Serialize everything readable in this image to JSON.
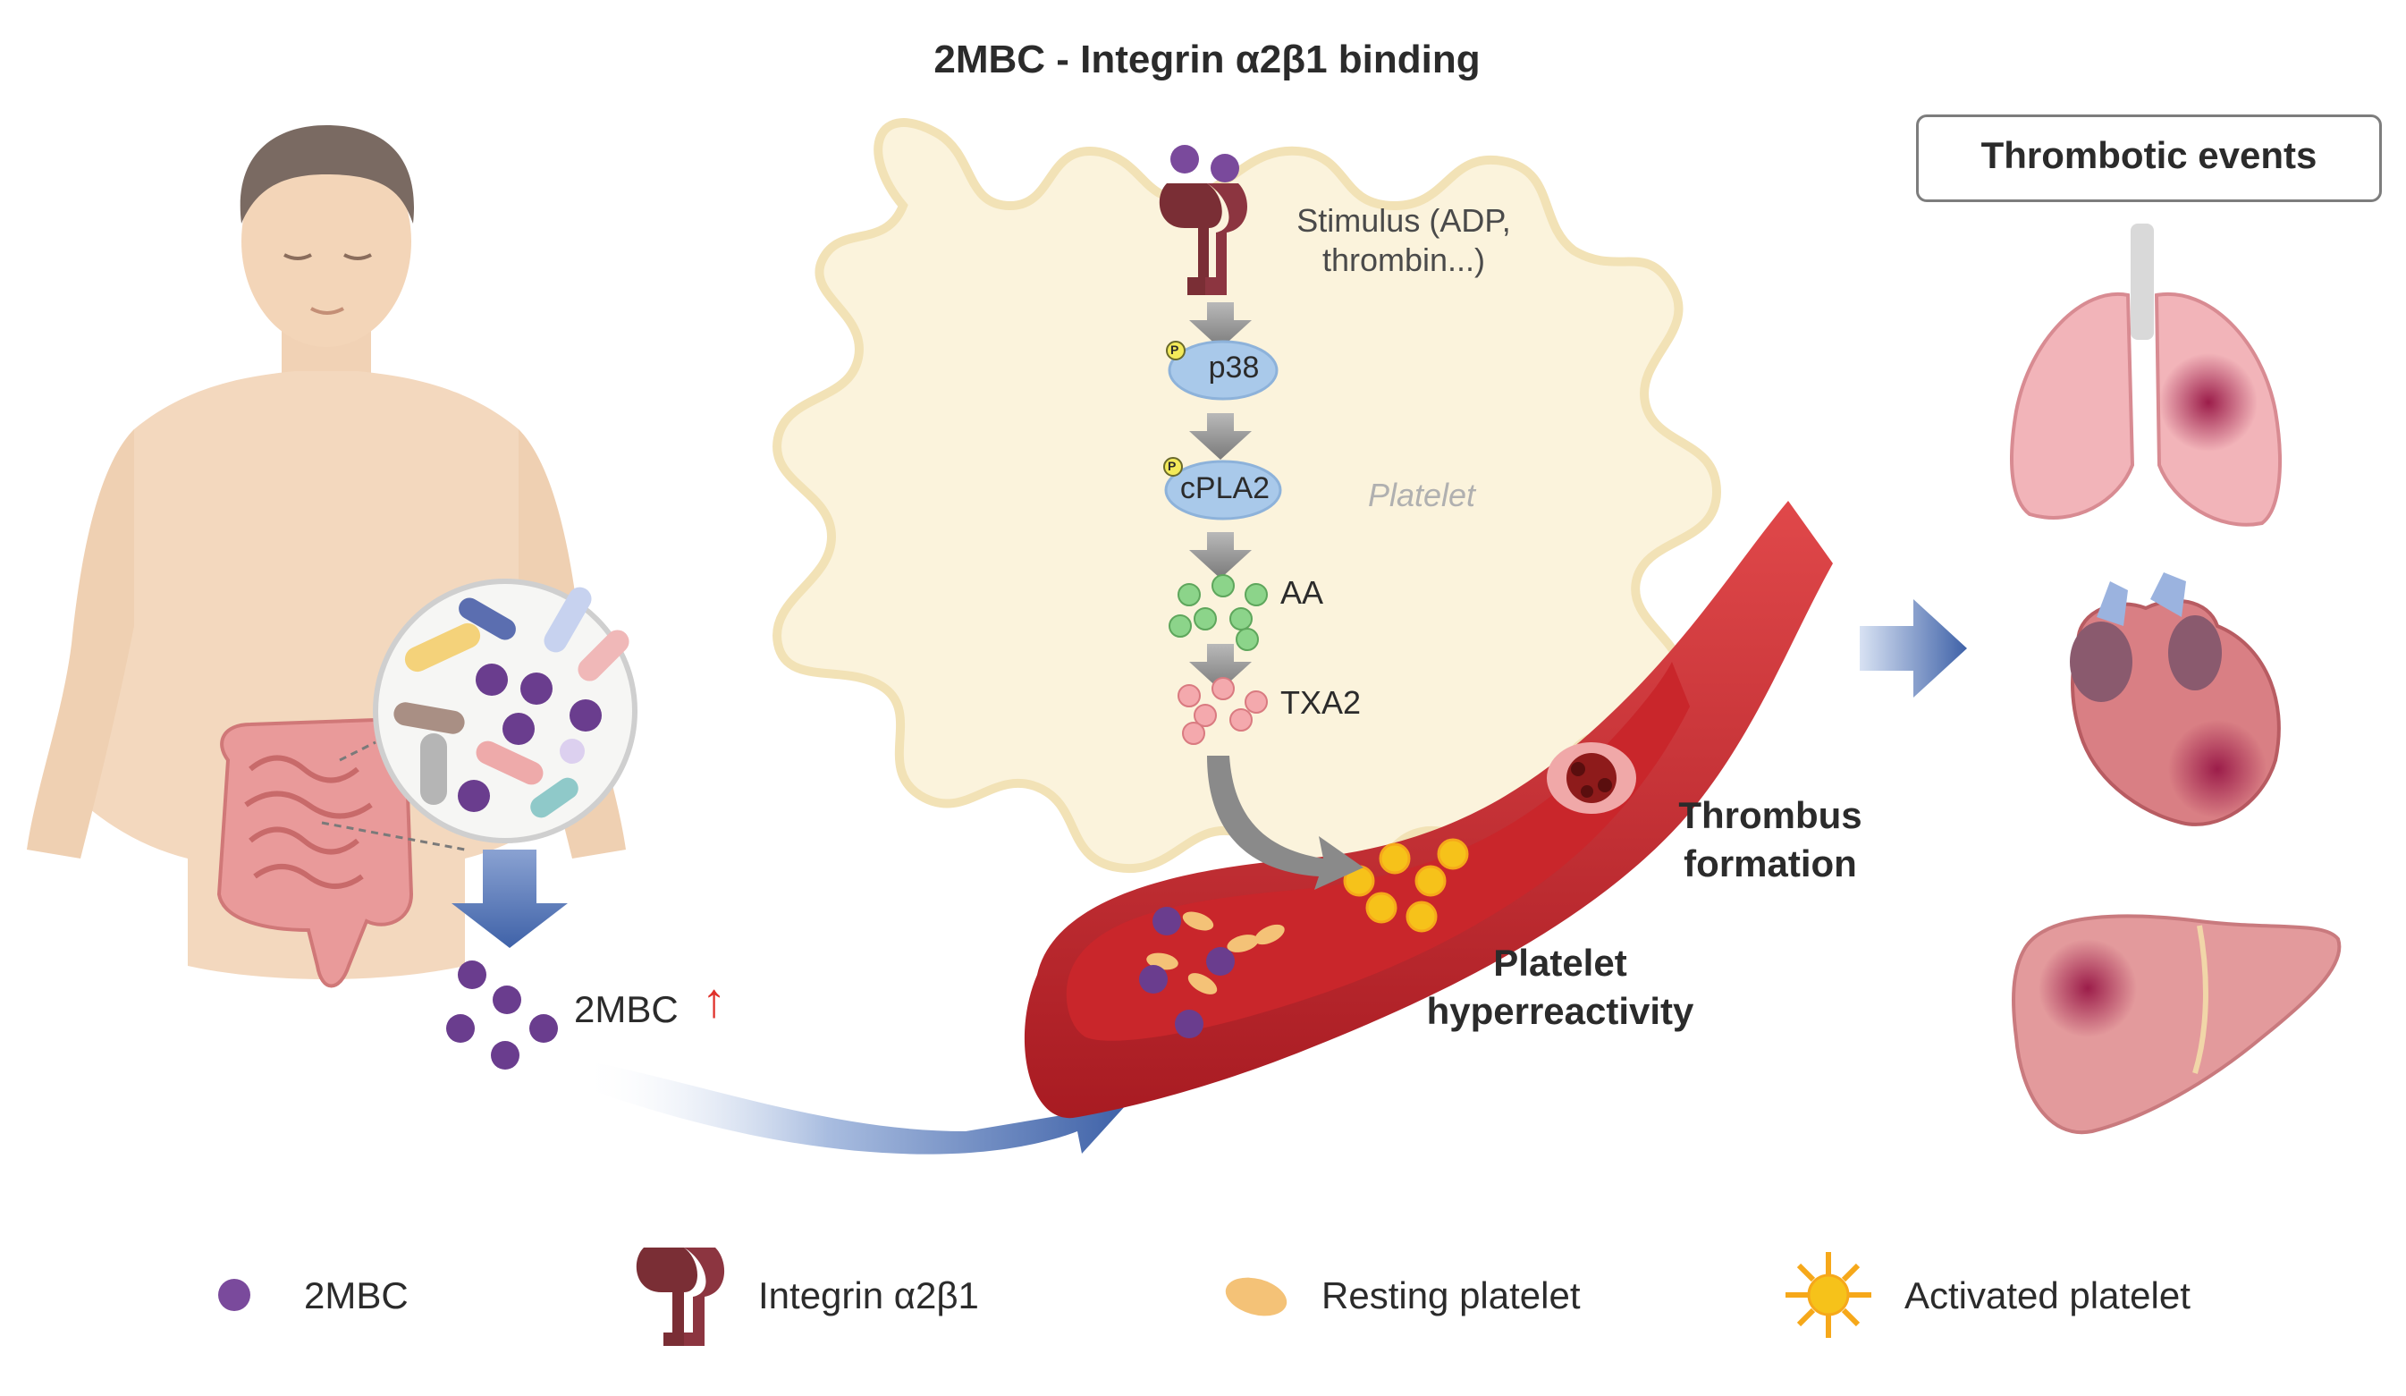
{
  "pathway": {
    "title": "2MBC - Integrin α2β1 binding",
    "stimulus": "Stimulus (ADP, thrombin...)",
    "steps": [
      "p38",
      "cPLA2",
      "AA",
      "TXA2"
    ],
    "phospho_mark": "P",
    "cell_label": "Platelet"
  },
  "gut": {
    "metabolite_label": "2MBC",
    "increase_arrow": "↑"
  },
  "vessel": {
    "thrombus_label": "Thrombus formation",
    "hyperreactivity_label": "Platelet hyperreactivity"
  },
  "outcomes": {
    "title": "Thrombotic events",
    "organs": [
      "lung-icon",
      "heart-icon",
      "liver-icon"
    ]
  },
  "legend": [
    {
      "label": "2MBC",
      "icon": "2mbc-molecule-icon"
    },
    {
      "label": "Integrin α2β1",
      "icon": "integrin-icon"
    },
    {
      "label": "Resting platelet",
      "icon": "resting-platelet-icon"
    },
    {
      "label": "Activated platelet",
      "icon": "activated-platelet-icon"
    }
  ],
  "colors": {
    "mbc_purple": "#6a3d8e",
    "integrin": "#7a2e35",
    "vessel_red": "#c8262b",
    "arrow_blue": "#3f62a8",
    "platelet_cell": "#fbf3dc",
    "resting_platelet": "#f4c277",
    "activated_platelet": "#f6c21a",
    "increase_red": "#e0302a"
  }
}
